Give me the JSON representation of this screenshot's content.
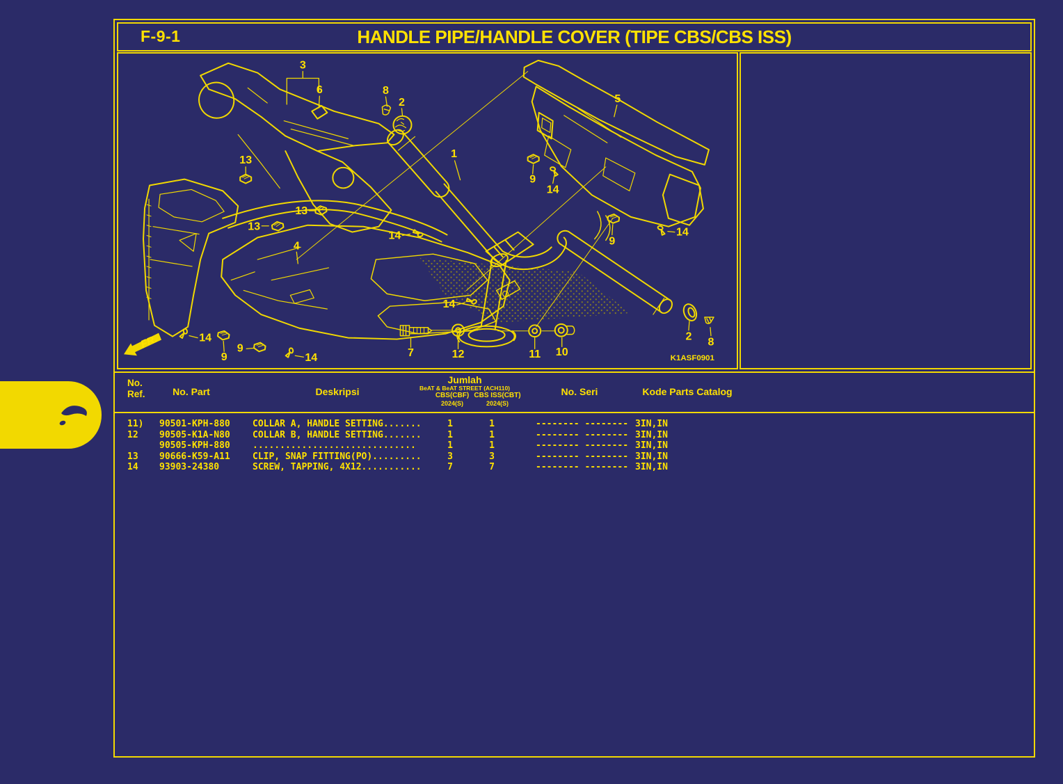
{
  "header": {
    "code": "F-9-1",
    "title": "HANDLE PIPE/HANDLE COVER (TIPE CBS/CBS ISS)"
  },
  "colors": {
    "background": "#2b2b68",
    "accent_yellow": "#f2d900",
    "text_yellow": "#ffe100"
  },
  "diagram": {
    "drawing_code": "K1ASF0901",
    "fr_label": "FR.",
    "callouts": {
      "c3": "3",
      "c6": "6",
      "c8a": "8",
      "c2a": "2",
      "c1": "1",
      "c5": "5",
      "c13a": "13",
      "c13b": "13",
      "c13c": "13",
      "c9a": "9",
      "c14a": "14",
      "c9b": "9",
      "c14b": "14",
      "c14c": "14",
      "c4": "4",
      "c14d": "14",
      "c14e": "14",
      "c9c": "9",
      "c9d": "9",
      "c14f": "14",
      "c7": "7",
      "c12": "12",
      "c11": "11",
      "c10": "10",
      "c2b": "2",
      "c8b": "8"
    }
  },
  "table": {
    "headers": {
      "ref_line1": "No.",
      "ref_line2": "Ref.",
      "part": "No. Part",
      "desc": "Deskripsi",
      "jumlah": "Jumlah",
      "jumlah_model": "BeAT & BeAT STREET (ACH110)",
      "jumlah_col1": "CBS(CBF)",
      "jumlah_col2": "CBS ISS(CBT)",
      "jumlah_year1": "2024(S)",
      "jumlah_year2": "2024(S)",
      "seri": "No. Seri",
      "kode": "Kode Parts Catalog"
    },
    "rows": [
      {
        "ref": "11)",
        "part": "90501-KPH-880",
        "desc": "COLLAR A, HANDLE SETTING.......",
        "qty1": "1",
        "qty2": "1",
        "seri": "-------- --------",
        "kode": "3IN,IN"
      },
      {
        "ref": "12",
        "part": "90505-K1A-N80",
        "desc": "COLLAR B, HANDLE SETTING.......",
        "qty1": "1",
        "qty2": "1",
        "seri": "-------- --------",
        "kode": "3IN,IN"
      },
      {
        "ref": "",
        "part": "90505-KPH-880",
        "desc": " ..............................",
        "qty1": "1",
        "qty2": "1",
        "seri": "-------- --------",
        "kode": "3IN,IN"
      },
      {
        "ref": "13",
        "part": "90666-K59-A11",
        "desc": "CLIP, SNAP FITTING(PO).........",
        "qty1": "3",
        "qty2": "3",
        "seri": "-------- --------",
        "kode": "3IN,IN"
      },
      {
        "ref": "14",
        "part": "93903-24380",
        "desc": "SCREW, TAPPING, 4X12...........",
        "qty1": "7",
        "qty2": "7",
        "seri": "-------- --------",
        "kode": "3IN,IN"
      }
    ]
  }
}
